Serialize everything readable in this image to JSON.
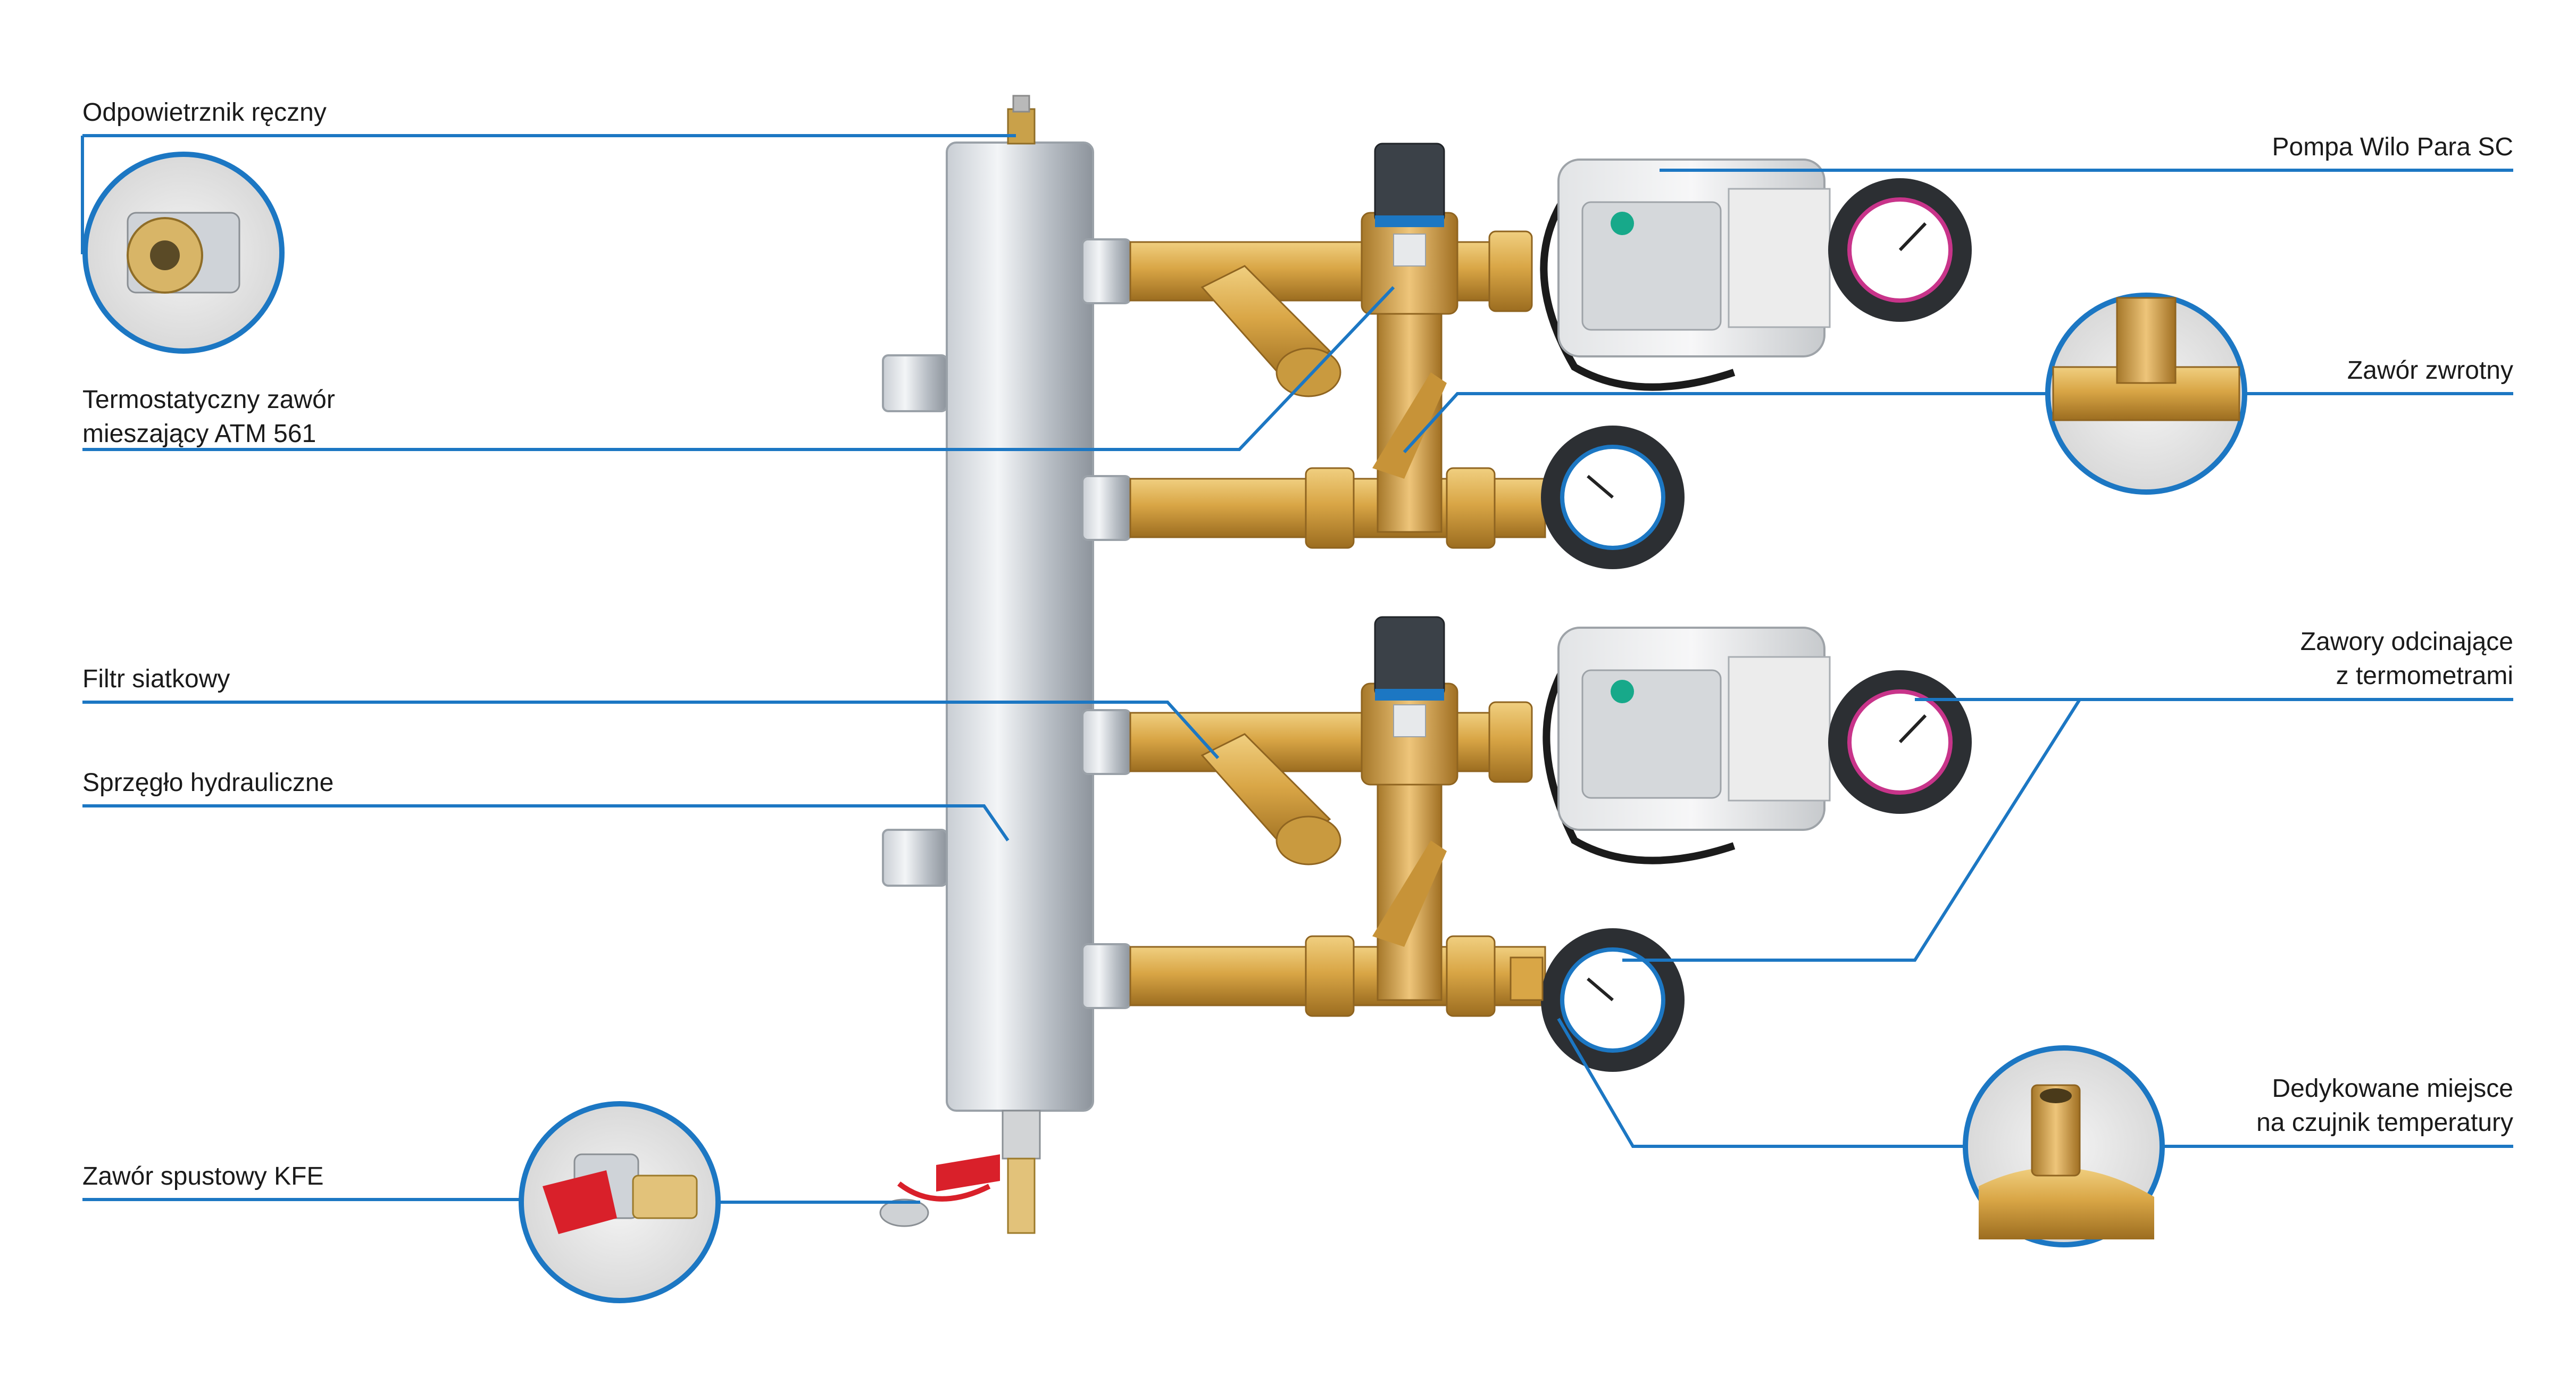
{
  "accent_color": "#1c77c3",
  "labels": {
    "air_vent": [
      "Odpowietrznik ręczny"
    ],
    "mixing_valve": [
      "Termostatyczny zawór",
      "mieszający ATM 561"
    ],
    "filter": [
      "Filtr siatkowy"
    ],
    "hydraulic_coupling": [
      "Sprzęgło hydrauliczne"
    ],
    "drain_valve": [
      "Zawór spustowy KFE"
    ],
    "pump": [
      "Pompa Wilo Para SC"
    ],
    "check_valve": [
      "Zawór zwrotny"
    ],
    "shutoff_valves": [
      "Zawory odcinające",
      "z termometrami"
    ],
    "sensor_spot": [
      "Dedykowane miejsce",
      "na czujnik temperatury"
    ]
  }
}
